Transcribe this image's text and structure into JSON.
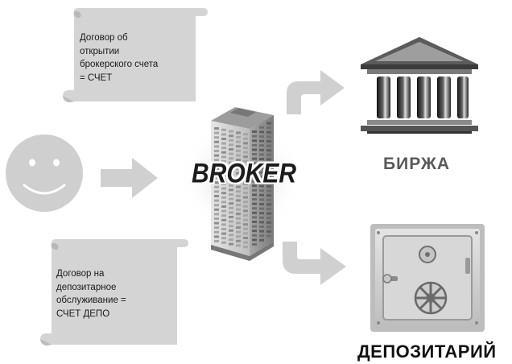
{
  "contracts": {
    "brokerage": {
      "lines": [
        "Договор об",
        "открытии",
        "брокерского счета",
        "= СЧЕТ"
      ]
    },
    "depository": {
      "lines": [
        "Договор на",
        "депозитарное",
        "обслуживание =",
        "СЧЕТ ДЕПО"
      ]
    }
  },
  "nodes": {
    "broker_label": "BROKER",
    "exchange_label": "БИРЖА",
    "depository_label": "ДЕПОЗИТАРИЙ"
  },
  "icons": {
    "client": "smiley-face-icon",
    "broker": "skyscraper-icon",
    "exchange": "bank-building-icon",
    "depository": "safe-vault-icon"
  },
  "colors": {
    "scroll_fill": "#d4d4d4",
    "arrow_fill": "#d0d0d0",
    "face_fill": "#cfcfcf"
  }
}
